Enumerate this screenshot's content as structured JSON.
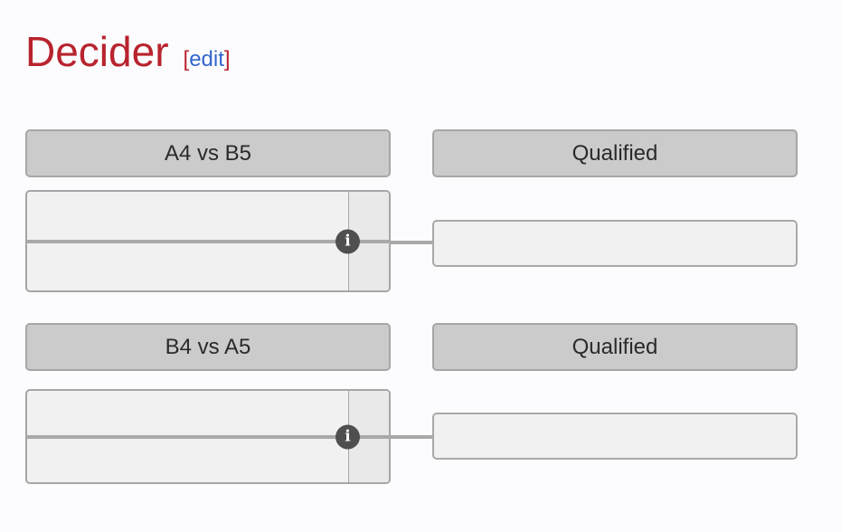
{
  "heading": {
    "title": "Decider",
    "edit": {
      "open_bracket": "[",
      "label": "edit",
      "close_bracket": "]"
    }
  },
  "sections": [
    {
      "match_header": "A4 vs B5",
      "result_header": "Qualified",
      "info_icon": "i",
      "rows": [
        {
          "team": "",
          "score": ""
        },
        {
          "team": "",
          "score": ""
        }
      ],
      "result": ""
    },
    {
      "match_header": "B4 vs A5",
      "result_header": "Qualified",
      "info_icon": "i",
      "rows": [
        {
          "team": "",
          "score": ""
        },
        {
          "team": "",
          "score": ""
        }
      ],
      "result": ""
    }
  ],
  "colors": {
    "page_background": "#fcfcfe",
    "heading_red": "#b8232e",
    "link_blue": "#3366cc",
    "header_fill": "#cbcbcb",
    "box_fill": "#f1f1f1",
    "score_column_fill": "#e9e9e9",
    "border_gray": "#a6a6a6",
    "line_gray": "#a9a9a9",
    "info_icon_fill": "#4f4f4f"
  }
}
